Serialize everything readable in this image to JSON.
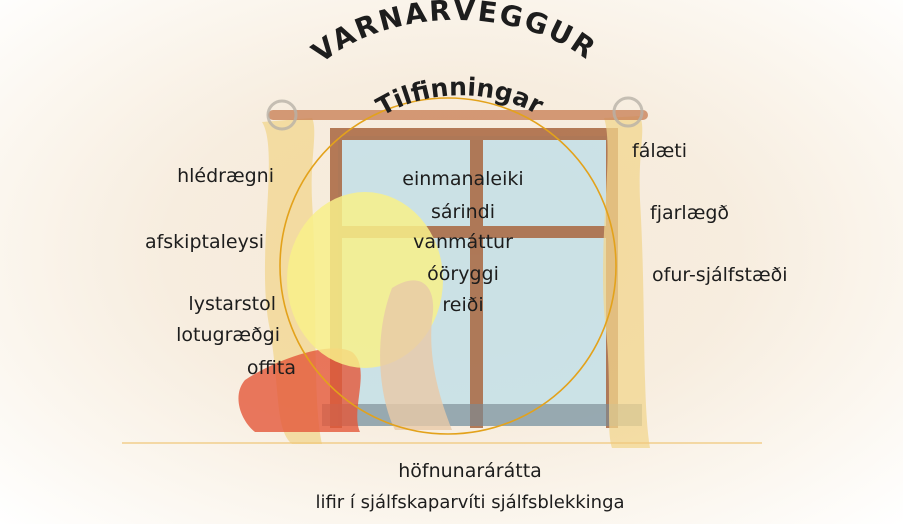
{
  "title": "VARNARVEGGUR",
  "subtitle": "Tilfinningar",
  "inner_words": [
    "einmanaleiki",
    "sárindi",
    "vanmáttur",
    "óöryggi",
    "reiði"
  ],
  "left_words": [
    "hlédrægni",
    "afskiptaleysi",
    "lystarstol",
    "lotugræðgi",
    "offita"
  ],
  "right_words": [
    "fálæti",
    "fjarlægð",
    "ofur-sjálfstæði"
  ],
  "bottom_words": [
    "höfnunarárátta",
    "lifir í sjálfskaparvíti sjálfsblekkinga"
  ],
  "colors": {
    "circle": "#e3a21b",
    "window_frame": "#a9663f",
    "curtain": "#f2d68e",
    "sky": "#bcdde8",
    "figure_hair": "#f8f08a",
    "figure_clothes": "#e4573a",
    "rod": "#c98259",
    "text": "#1d1d1d"
  }
}
